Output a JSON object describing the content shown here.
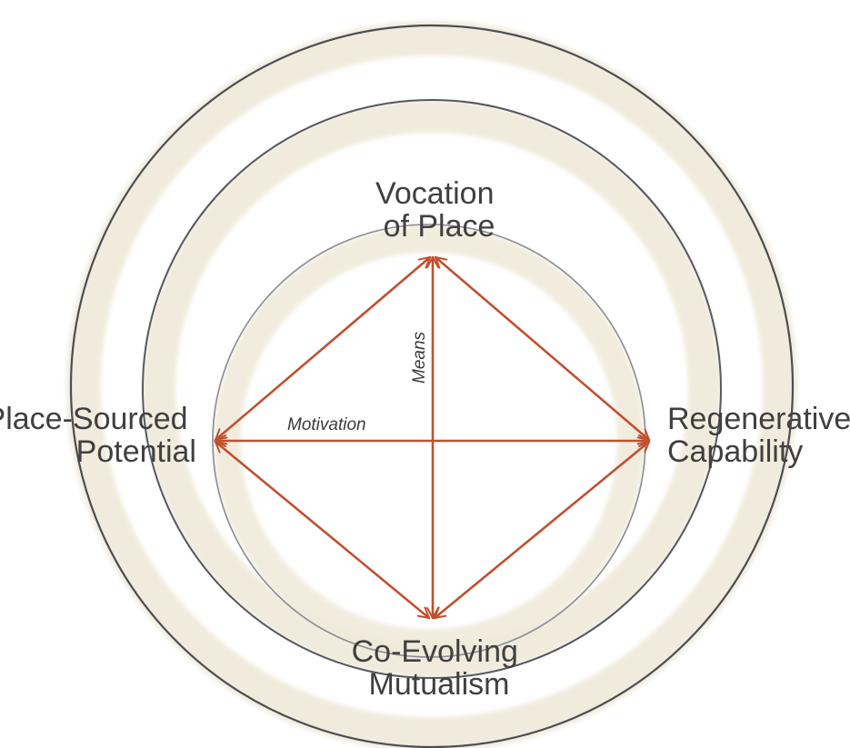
{
  "nodes": {
    "top": [
      "Vocation",
      "of Place"
    ],
    "left": [
      "Place-Sourced",
      "Potential"
    ],
    "right": [
      "Regenerative",
      "Capability"
    ],
    "bottom": [
      "Co-Evolving",
      "Mutualism"
    ]
  },
  "edge_labels": {
    "vertical": "Means",
    "horizontal": "Motivation"
  },
  "colors": {
    "arrow": "#c0502f",
    "ring_outer_stroke": "#4a4d55",
    "ring_middle_stroke": "#555860",
    "ring_inner_stroke": "#8a8d94",
    "ring_fill": "#efe9d9",
    "text": "#404040"
  }
}
